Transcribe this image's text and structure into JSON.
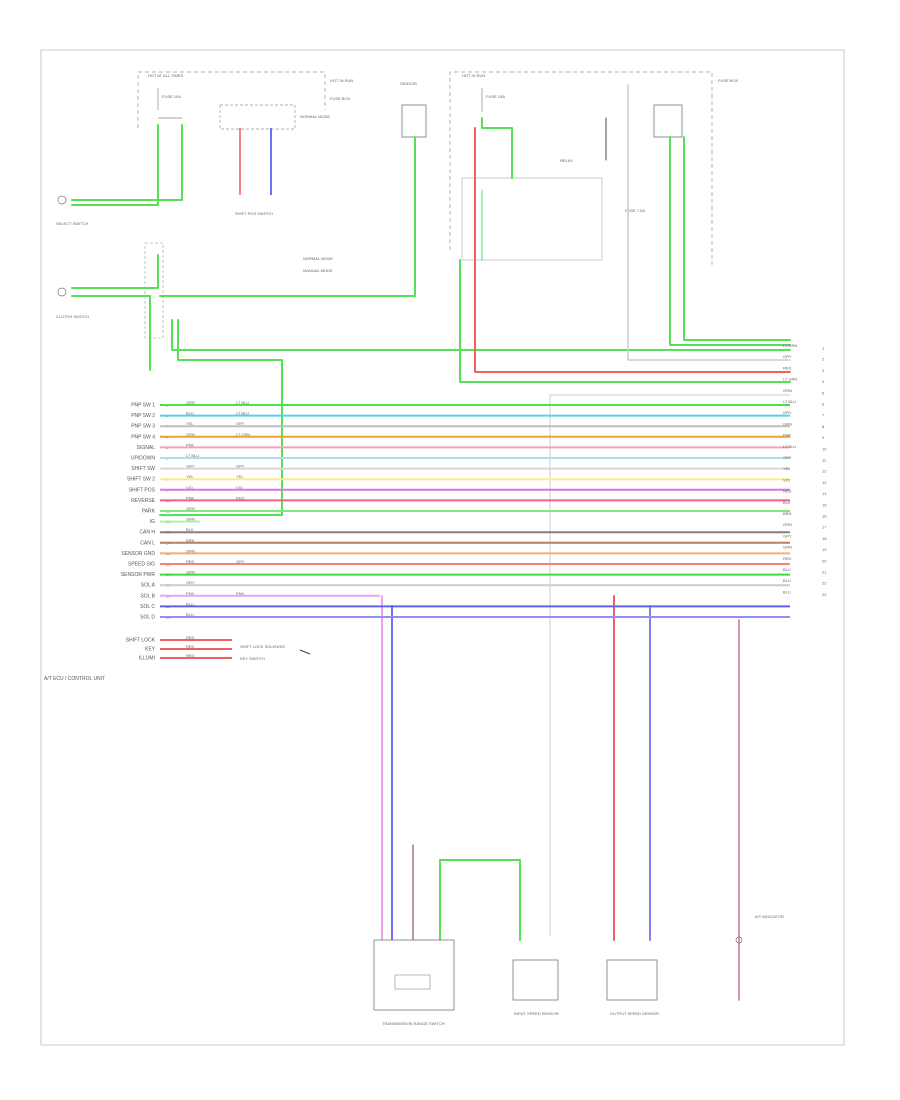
{
  "sheet_number": "",
  "ecm_label": "A/T ECU / CONTROL UNIT",
  "left_pins": [
    {
      "label": "PNP SW 1",
      "wire": "GRN",
      "wire2": "LT BLU",
      "color": "#4ddf4d"
    },
    {
      "label": "PNP SW 2",
      "wire": "BLU",
      "wire2": "LT BLU",
      "color": "#4fd4e8"
    },
    {
      "label": "PNP SW 3",
      "wire": "YEL",
      "wire2": "GRY",
      "color": "#bfbfbf"
    },
    {
      "label": "PNP SW 4",
      "wire": "ORN",
      "wire2": "LT GRN",
      "color": "#f0a030"
    },
    {
      "label": "SIGNAL",
      "wire": "PNK",
      "wire2": "",
      "color": "#f5a0b8"
    },
    {
      "label": "UP/DOWN",
      "wire": "LT BLU",
      "wire2": "",
      "color": "#a8e0f0"
    },
    {
      "label": "SHIFT SW",
      "wire": "GRY",
      "wire2": "GRY",
      "color": "#d8d8d8"
    },
    {
      "label": "SHIFT SW 2",
      "wire": "YEL",
      "wire2": "YEL",
      "color": "#f5f080"
    },
    {
      "label": "SHIFT POS",
      "wire": "VIO",
      "wire2": "VIO",
      "color": "#e070e0"
    },
    {
      "label": "REVERSE",
      "wire": "PNK",
      "wire2": "RED",
      "color": "#f56080"
    },
    {
      "label": "PARK",
      "wire": "GRN",
      "wire2": "",
      "color": "#80e880"
    },
    {
      "label": "IG",
      "wire": "GRN",
      "wire2": "",
      "color": "#b0f0b0"
    },
    {
      "label": "CAN H",
      "wire": "BLK",
      "wire2": "",
      "color": "#808080"
    },
    {
      "label": "CAN L",
      "wire": "BRN",
      "wire2": "",
      "color": "#b08060"
    },
    {
      "label": "SENSOR GND",
      "wire": "ORN",
      "wire2": "",
      "color": "#f0b070"
    },
    {
      "label": "SPEED SIG",
      "wire": "RED",
      "wire2": "GRY",
      "color": "#f58080"
    },
    {
      "label": "SENSOR PWR",
      "wire": "GRN",
      "wire2": "",
      "color": "#40d840"
    },
    {
      "label": "SOL A",
      "wire": "GRY",
      "wire2": "",
      "color": "#cccccc"
    },
    {
      "label": "SOL B",
      "wire": "PNK",
      "wire2": "PNK",
      "color": "#f0a0f0"
    },
    {
      "label": "SOL C",
      "wire": "BLU",
      "wire2": "",
      "color": "#6060f0"
    },
    {
      "label": "SOL D",
      "wire": "BLU",
      "wire2": "",
      "color": "#9090f0"
    }
  ],
  "bottom_pins": [
    {
      "label": "SHIFT LOCK",
      "wire": "RED"
    },
    {
      "label": "KEY",
      "wire": "RED"
    },
    {
      "label": "ILLUMI",
      "wire": "RED"
    }
  ],
  "right_pins": [
    {
      "label": "1",
      "wire": "LT GRN"
    },
    {
      "label": "2",
      "wire": "GRY"
    },
    {
      "label": "3",
      "wire": "RED"
    },
    {
      "label": "4",
      "wire": "LT GRN"
    },
    {
      "label": "5",
      "wire": "GRN"
    },
    {
      "label": "6",
      "wire": "LT BLU"
    },
    {
      "label": "7",
      "wire": "GRY"
    },
    {
      "label": "8",
      "wire": "GRN"
    },
    {
      "label": "9",
      "wire": "PNK"
    },
    {
      "label": "10",
      "wire": "LT BLU"
    },
    {
      "label": "11",
      "wire": "GRY"
    },
    {
      "label": "12",
      "wire": "YEL"
    },
    {
      "label": "13",
      "wire": "VIO"
    },
    {
      "label": "14",
      "wire": "RED"
    },
    {
      "label": "15",
      "wire": "BLK"
    },
    {
      "label": "16",
      "wire": "BRN"
    },
    {
      "label": "17",
      "wire": "ORN"
    },
    {
      "label": "18",
      "wire": "GRY"
    },
    {
      "label": "19",
      "wire": "GRN"
    },
    {
      "label": "20",
      "wire": "RED"
    },
    {
      "label": "21",
      "wire": "BLU"
    },
    {
      "label": "22",
      "wire": "BLU"
    },
    {
      "label": "23",
      "wire": "BLU"
    }
  ],
  "top_boxes": {
    "hot_at_all": "HOT AT ALL TIMES",
    "fuse_a": "FUSE 10A",
    "hot_run": "HOT IN RUN",
    "fuse_b": "FUSE 15A",
    "fuse_box": "FUSE BOX",
    "shift_sw": "SHIFT POS SWITCH",
    "normal": "NORMAL MODE",
    "manual": "MANUAL MODE",
    "relay": "RELAY",
    "fuse_c": "FUSE 7.5A",
    "sensor": "SENSOR"
  },
  "left_components": [
    {
      "label": "SELECT SWITCH"
    },
    {
      "label": "CLUTCH SWITCH"
    }
  ],
  "bottom_components": [
    {
      "label": "TRANSMISSION RANGE SWITCH"
    },
    {
      "label": "INPUT SPEED SENSOR"
    },
    {
      "label": "OUTPUT SPEED SENSOR"
    },
    {
      "label": "A/T INDICATOR"
    }
  ],
  "shift_lock_label": "SHIFT LOCK SOLENOID",
  "key_label": "KEY SWITCH",
  "colors": {
    "green": "#55e055",
    "red": "#f06060",
    "blue": "#6060f0",
    "pink": "#f0a0f0",
    "gray": "#bbbbbb"
  }
}
